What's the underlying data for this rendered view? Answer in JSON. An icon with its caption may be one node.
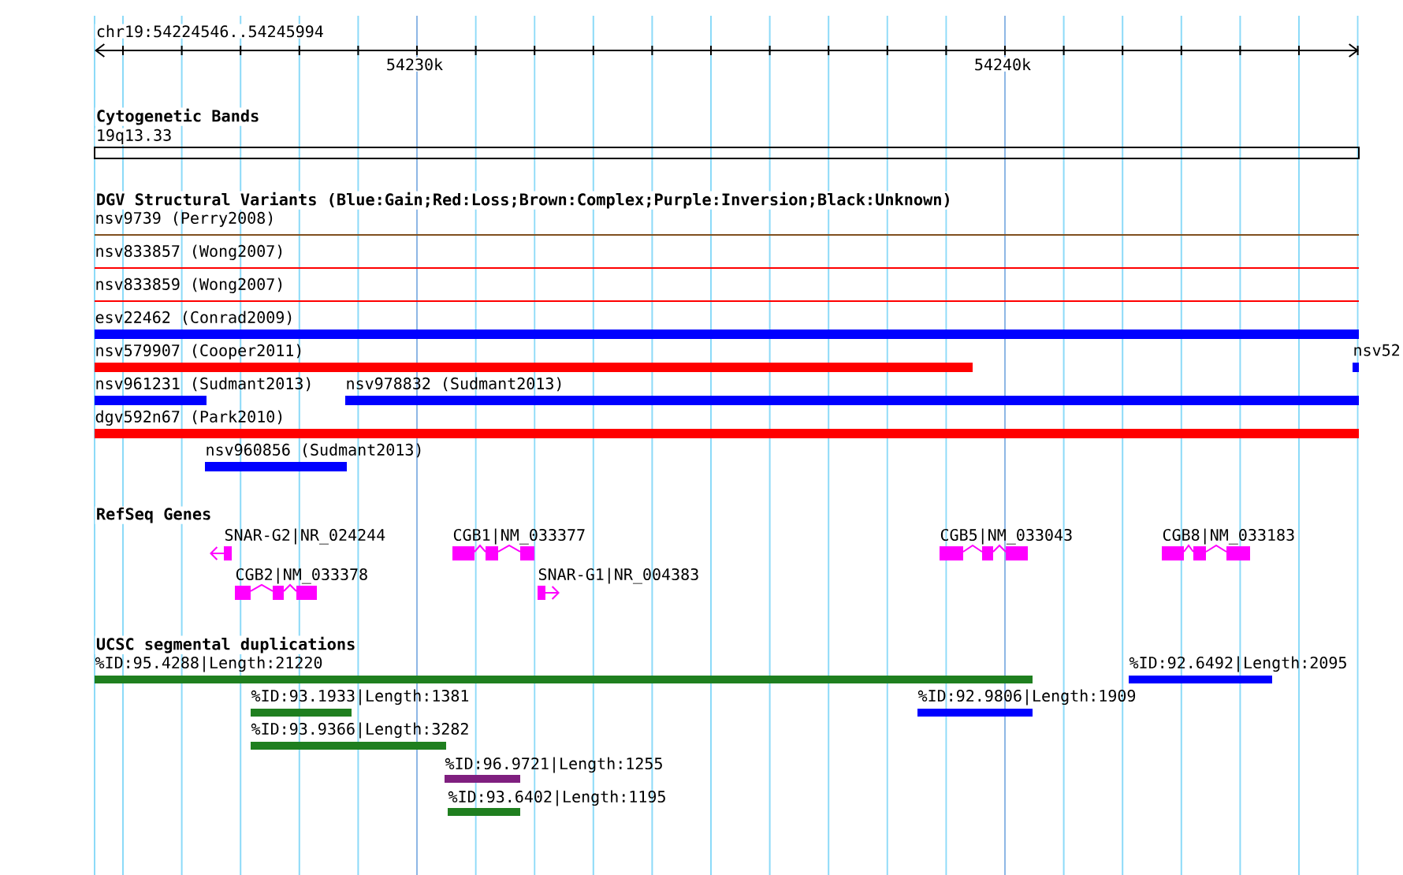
{
  "diagram": {
    "nodes": [
      {
        "text": [
          "nsv9739 (Perry2008)"
        ]
      },
      {
        "text": [
          "nsv833857 (Wong2007)"
        ]
      },
      {
        "text": [
          "nsv833859 (Wong2007)"
        ]
      },
      {
        "text": [
          "esv22462 (Conrad2009)"
        ]
      },
      {
        "text": [
          "nsv579907 (Cooper2011)"
        ]
      },
      {
        "text": [
          "nsv52"
        ]
      },
      {
        "text": [
          "nsv961231 (Sudmant2013)"
        ]
      },
      {
        "text": [
          "nsv978832 (Sudmant2013)"
        ]
      },
      {
        "text": [
          "dgv592n67 (Park2010)"
        ]
      },
      {
        "text": [
          "nsv960856 (Sudmant2013)"
        ]
      },
      {
        "text": [
          "SNAR-G2|NR_024244"
        ]
      },
      {
        "text": [
          "CGB1|NM_033377"
        ]
      },
      {
        "text": [
          "CGB5|NM_033043"
        ]
      },
      {
        "text": [
          "CGB8|NM_033183"
        ]
      },
      {
        "text": [
          "CGB2|NM_033378"
        ]
      },
      {
        "text": [
          "SNAR-G1|NR_004383"
        ]
      },
      {
        "text": [
          "%ID:95.4288|Length:21220"
        ]
      },
      {
        "text": [
          "%ID:92.6492|Length:2095"
        ]
      },
      {
        "text": [
          "%ID:93.1933|Length:1381"
        ]
      },
      {
        "text": [
          "%ID:92.9806|Length:1909"
        ]
      },
      {
        "text": [
          "%ID:93.9366|Length:3282"
        ]
      },
      {
        "text": [
          "%ID:96.9721|Length:1255"
        ]
      },
      {
        "text": [
          "%ID:93.6402|Length:1195"
        ]
      }
    ],
    "labels": [
      "chr19:54224546..54245994",
      "54230k",
      "54240k",
      "Cytogenetic Bands",
      "19q13.33",
      "DGV Structural Variants (Blue:Gain;Red:Loss;Brown:Complex;Purple:Inversion;Black:Unknown)",
      "RefSeq Genes",
      "UCSC segmental duplications"
    ]
  }
}
